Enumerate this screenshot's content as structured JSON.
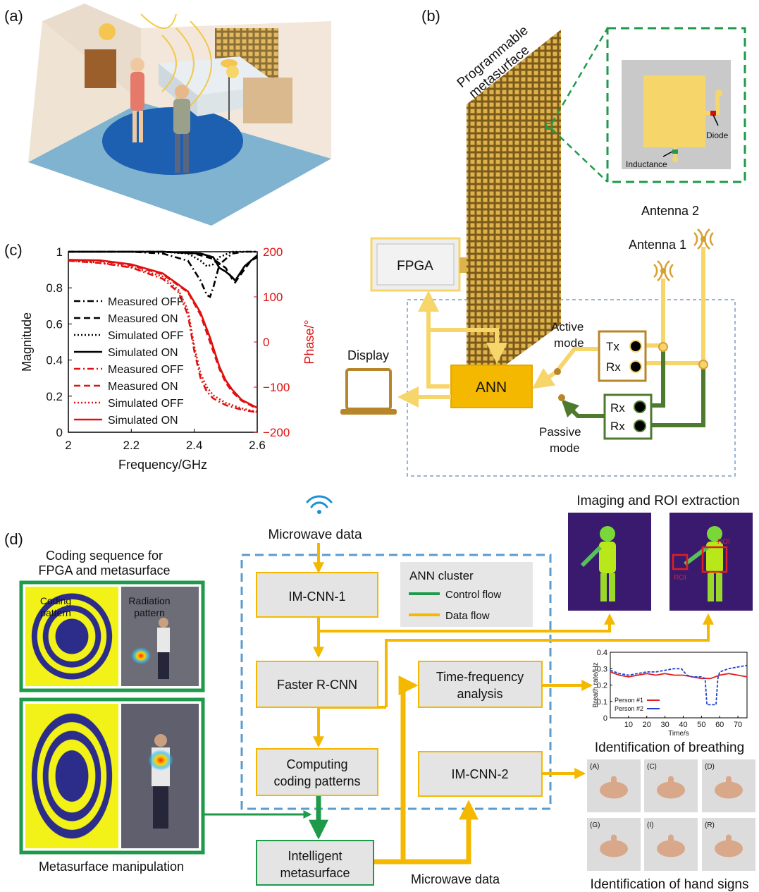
{
  "panels": {
    "a": "(a)",
    "b": "(b)",
    "c": "(c)",
    "d": "(d)"
  },
  "b": {
    "metasurface_label_1": "Programmable",
    "metasurface_label_2": "metasurface",
    "diode": "Diode",
    "inductance": "Inductance",
    "antenna1": "Antenna 1",
    "antenna2": "Antenna 2",
    "fpga": "FPGA",
    "display": "Display",
    "ann": "ANN",
    "active_mode_1": "Active",
    "active_mode_2": "mode",
    "passive_mode_1": "Passive",
    "passive_mode_2": "mode",
    "tx": "Tx",
    "rx1": "Rx",
    "rx2": "Rx",
    "rx3": "Rx",
    "colors": {
      "yellow": "#f6d56b",
      "ann": "#f4b800",
      "ochre": "#b8862a",
      "green": "#4e7a2e",
      "dash": "#7a9cc6"
    }
  },
  "chart_data": {
    "type": "line",
    "xlabel": "Frequency/GHz",
    "ylabel": "Magnitude",
    "y2label": "Phase/°",
    "xlim": [
      2,
      2.6
    ],
    "ylim": [
      0,
      1
    ],
    "y2lim": [
      -200,
      200
    ],
    "xticks": [
      "2",
      "2.2",
      "2.4",
      "2.6"
    ],
    "yticks": [
      "0",
      "0.2",
      "0.4",
      "0.6",
      "0.8",
      "1"
    ],
    "y2ticks": [
      "−200",
      "−100",
      "0",
      "100",
      "200"
    ],
    "legend": [
      "Measured OFF",
      "Measured ON",
      "Simulated OFF",
      "Simulated ON",
      "Measured OFF",
      "Measured ON",
      "Simulated OFF",
      "Simulated ON"
    ],
    "series": [
      {
        "name": "Measured OFF",
        "axis": "magnitude",
        "color": "#000000",
        "dash": "dashdot",
        "x": [
          2.0,
          2.2,
          2.3,
          2.38,
          2.42,
          2.44,
          2.45,
          2.46,
          2.48,
          2.52,
          2.56,
          2.6
        ],
        "y": [
          1.0,
          1.0,
          0.99,
          0.95,
          0.84,
          0.76,
          0.75,
          0.8,
          0.93,
          0.99,
          1.0,
          1.0
        ]
      },
      {
        "name": "Measured ON",
        "axis": "magnitude",
        "color": "#000000",
        "dash": "dash",
        "x": [
          2.0,
          2.3,
          2.4,
          2.46,
          2.5,
          2.52,
          2.53,
          2.55,
          2.58,
          2.6
        ],
        "y": [
          1.0,
          1.0,
          0.99,
          0.96,
          0.91,
          0.85,
          0.83,
          0.88,
          0.95,
          0.97
        ]
      },
      {
        "name": "Simulated OFF",
        "axis": "magnitude",
        "color": "#000000",
        "dash": "dot",
        "x": [
          2.0,
          2.3,
          2.38,
          2.42,
          2.44,
          2.46,
          2.48,
          2.52,
          2.56,
          2.6
        ],
        "y": [
          1.0,
          1.0,
          0.99,
          0.95,
          0.92,
          0.93,
          0.97,
          1.0,
          1.0,
          1.0
        ]
      },
      {
        "name": "Simulated ON",
        "axis": "magnitude",
        "color": "#000000",
        "dash": "solid",
        "x": [
          2.0,
          2.3,
          2.42,
          2.46,
          2.48,
          2.5,
          2.52,
          2.53,
          2.56,
          2.6
        ],
        "y": [
          1.0,
          1.0,
          0.99,
          0.97,
          0.91,
          0.89,
          0.86,
          0.84,
          0.92,
          0.98
        ]
      },
      {
        "name": "Measured OFF",
        "axis": "phase",
        "color": "#e01010",
        "dash": "dashdot",
        "x": [
          2.0,
          2.1,
          2.2,
          2.3,
          2.35,
          2.38,
          2.4,
          2.42,
          2.44,
          2.46,
          2.5,
          2.55,
          2.6
        ],
        "y": [
          180,
          175,
          165,
          140,
          110,
          60,
          -20,
          -80,
          -110,
          -125,
          -140,
          -150,
          -156
        ]
      },
      {
        "name": "Measured ON",
        "axis": "phase",
        "color": "#e01010",
        "dash": "dash",
        "x": [
          2.0,
          2.1,
          2.2,
          2.3,
          2.38,
          2.42,
          2.45,
          2.48,
          2.5,
          2.52,
          2.55,
          2.6
        ],
        "y": [
          182,
          180,
          170,
          150,
          110,
          60,
          0,
          -60,
          -90,
          -110,
          -130,
          -148
        ]
      },
      {
        "name": "Simulated OFF",
        "axis": "phase",
        "color": "#e01010",
        "dash": "dot",
        "x": [
          2.0,
          2.1,
          2.2,
          2.3,
          2.35,
          2.38,
          2.4,
          2.42,
          2.44,
          2.46,
          2.5,
          2.55,
          2.6
        ],
        "y": [
          180,
          176,
          166,
          145,
          115,
          70,
          -10,
          -70,
          -100,
          -118,
          -135,
          -147,
          -155
        ]
      },
      {
        "name": "Simulated ON",
        "axis": "phase",
        "color": "#e01010",
        "dash": "solid",
        "x": [
          2.0,
          2.1,
          2.2,
          2.3,
          2.38,
          2.42,
          2.45,
          2.48,
          2.5,
          2.52,
          2.55,
          2.6
        ],
        "y": [
          182,
          181,
          172,
          152,
          112,
          65,
          10,
          -55,
          -85,
          -105,
          -128,
          -146
        ]
      }
    ]
  },
  "d": {
    "microwave_top": "Microwave data",
    "microwave_bottom": "Microwave data",
    "coding_title_1": "Coding sequence for",
    "coding_title_2": "FPGA and metasurface",
    "coding_pattern_1": "Coding",
    "coding_pattern_2": "pattern",
    "radiation_pattern_1": "Radiation",
    "radiation_pattern_2": "pattern",
    "manip": "Metasurface manipulation",
    "imcnn1": "IM-CNN-1",
    "faster": "Faster R-CNN",
    "computing_1": "Computing",
    "computing_2": "coding patterns",
    "intelligent_1": "Intelligent",
    "intelligent_2": "metasurface",
    "tf_1": "Time-frequency",
    "tf_2": "analysis",
    "imcnn2": "IM-CNN-2",
    "cluster_title": "ANN cluster",
    "control_flow": "Control flow",
    "data_flow": "Data flow",
    "imaging_title": "Imaging and ROI extraction",
    "roi_1": "ROI",
    "roi_2": "ROI",
    "breath_title": "Identification of breathing",
    "hand_title": "Identification of hand signs",
    "hand_labels": [
      "(A)",
      "(C)",
      "(D)",
      "(G)",
      "(I)",
      "(R)"
    ],
    "breath_chart": {
      "type": "line",
      "xlabel": "Time/s",
      "ylabel": "Breath rate/Hz",
      "xlim": [
        0,
        75
      ],
      "ylim": [
        0,
        0.4
      ],
      "xticks": [
        "10",
        "20",
        "30",
        "40",
        "50",
        "60",
        "70"
      ],
      "yticks": [
        "0",
        "0.1",
        "0.2",
        "0.3",
        "0.4"
      ],
      "series": [
        {
          "name": "Person #1",
          "color": "#e02020",
          "dash": "solid",
          "x": [
            0,
            5,
            10,
            15,
            20,
            25,
            30,
            35,
            40,
            45,
            50,
            55,
            60,
            65,
            70,
            75
          ],
          "y": [
            0.28,
            0.26,
            0.25,
            0.26,
            0.27,
            0.26,
            0.27,
            0.26,
            0.26,
            0.25,
            0.24,
            0.24,
            0.26,
            0.27,
            0.26,
            0.25
          ]
        },
        {
          "name": "Person #2",
          "color": "#2040d0",
          "dash": "dash",
          "x": [
            0,
            5,
            10,
            15,
            20,
            25,
            30,
            35,
            39,
            42,
            45,
            50,
            52,
            53,
            58,
            59,
            60,
            65,
            70,
            75
          ],
          "y": [
            0.29,
            0.27,
            0.26,
            0.27,
            0.28,
            0.28,
            0.29,
            0.3,
            0.3,
            0.26,
            0.25,
            0.25,
            0.24,
            0.08,
            0.08,
            0.24,
            0.28,
            0.3,
            0.31,
            0.32
          ]
        }
      ]
    }
  }
}
